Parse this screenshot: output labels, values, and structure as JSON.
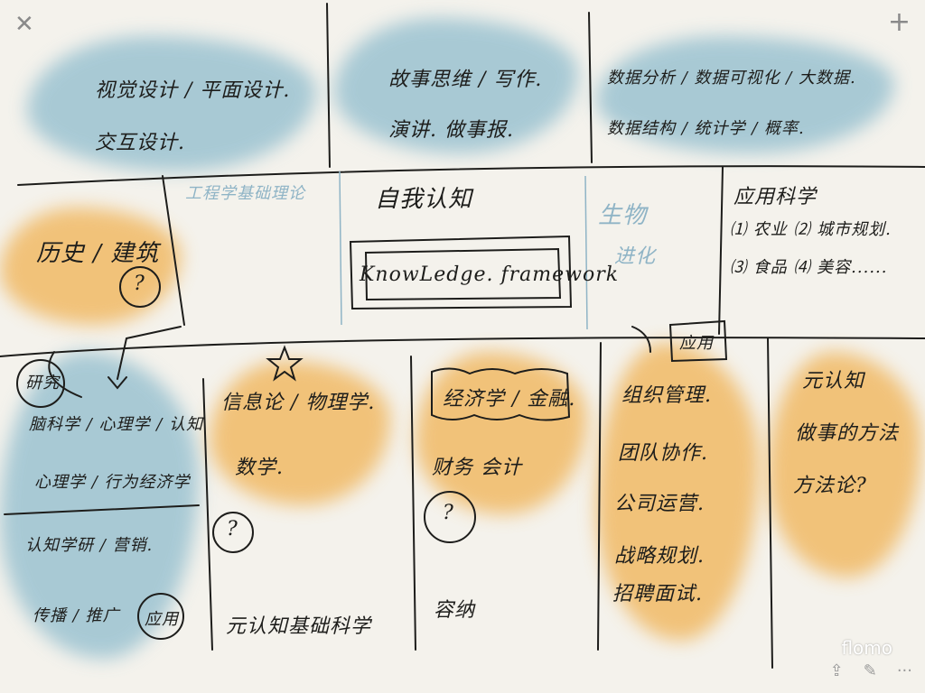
{
  "toolbar": {
    "close_glyph": "✕",
    "add_glyph": "+",
    "share_glyph": "⇪",
    "edit_glyph": "✎",
    "more_glyph": "···"
  },
  "watermark": "flomo",
  "sketch": {
    "row1": {
      "cell1": [
        "视觉设计 / 平面设计.",
        "交互设计."
      ],
      "cell2": [
        "故事思维 / 写作.",
        "演讲. 做事报."
      ],
      "cell3": [
        "数据分析 / 数据可视化 / 大数据.",
        "数据结构 / 统计学 / 概率."
      ]
    },
    "row2": {
      "history": "历史 / 建筑",
      "history_q": "?",
      "basics": "工程学基础理论",
      "metacog": "自我认知",
      "framework": "KnowLedge. framework",
      "bio": "生物",
      "evolution": "进化",
      "applied": "应用科学",
      "applied_list1": "⑴ 农业 ⑵ 城市规划.",
      "applied_list2": "⑶ 食品 ⑷ 美容......"
    },
    "row3": {
      "col1_tag": "研究",
      "col1": [
        "脑科学 / 心理学 / 认知",
        "心理学 / 行为经济学",
        "认知学研 / 营销.",
        "传播 / 推广"
      ],
      "col1_tag2": "应用",
      "col2": [
        "信息论 / 物理学.",
        "数学.",
        "?"
      ],
      "col2_bottom": "元认知基础科学",
      "col3": [
        "经济学 / 金融.",
        "财务 会计",
        "?"
      ],
      "col3_bottom": "容纳",
      "col4_tag": "应用",
      "col4": [
        "组织管理.",
        "团队协作.",
        "公司运营.",
        "战略规划.",
        "招聘面试."
      ],
      "col5": [
        "元认知",
        "做事的方法",
        "方法论?"
      ]
    }
  },
  "colors": {
    "blue_wash": "#8fbccd",
    "orange_wash": "#f0b253",
    "ink": "#1d1d1b",
    "paper": "#f4f2ec"
  }
}
